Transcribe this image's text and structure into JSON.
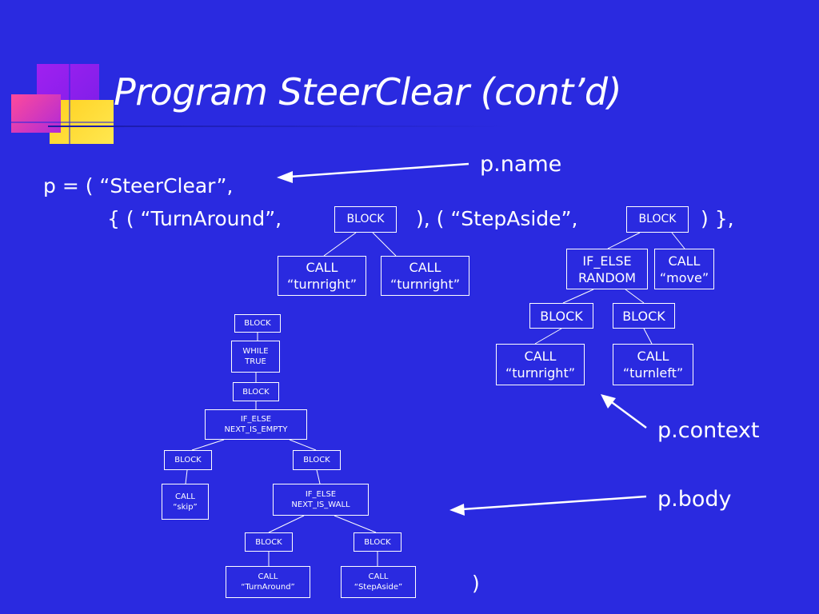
{
  "slide": {
    "title": "Program SteerClear (cont’d)",
    "code": {
      "line1": "p = ( “SteerClear”,",
      "line2_a": "{ ( “TurnAround”,",
      "line2_b": "), ( “StepAside”,",
      "line2_c": ") },",
      "closing": ")"
    },
    "labels": {
      "name": "p.name",
      "context": "p.context",
      "body": "p.body"
    }
  },
  "trees": {
    "turnaround": {
      "root": "BLOCK",
      "call1": [
        "CALL",
        "“turnright”"
      ],
      "call2": [
        "CALL",
        "“turnright”"
      ]
    },
    "stepaside": {
      "root": "BLOCK",
      "ifelse": [
        "IF_ELSE",
        "RANDOM"
      ],
      "callmove": [
        "CALL",
        "“move”"
      ],
      "block1": "BLOCK",
      "block2": "BLOCK",
      "call1": [
        "CALL",
        "“turnright”"
      ],
      "call2": [
        "CALL",
        "“turnleft”"
      ]
    },
    "body": {
      "block1": "BLOCK",
      "while": [
        "WHILE",
        "TRUE"
      ],
      "block2": "BLOCK",
      "ifempty": [
        "IF_ELSE",
        "NEXT_IS_EMPTY"
      ],
      "blockL": "BLOCK",
      "blockR": "BLOCK",
      "callskip": [
        "CALL",
        "“skip”"
      ],
      "ifwall": [
        "IF_ELSE",
        "NEXT_IS_WALL"
      ],
      "blockLL": "BLOCK",
      "blockRR": "BLOCK",
      "callturn": [
        "CALL",
        "“TurnAround”"
      ],
      "callstep": [
        "CALL",
        "“StepAside”"
      ]
    }
  },
  "colors": {
    "background": "#2a2ae0",
    "foreground": "#ffffff"
  }
}
